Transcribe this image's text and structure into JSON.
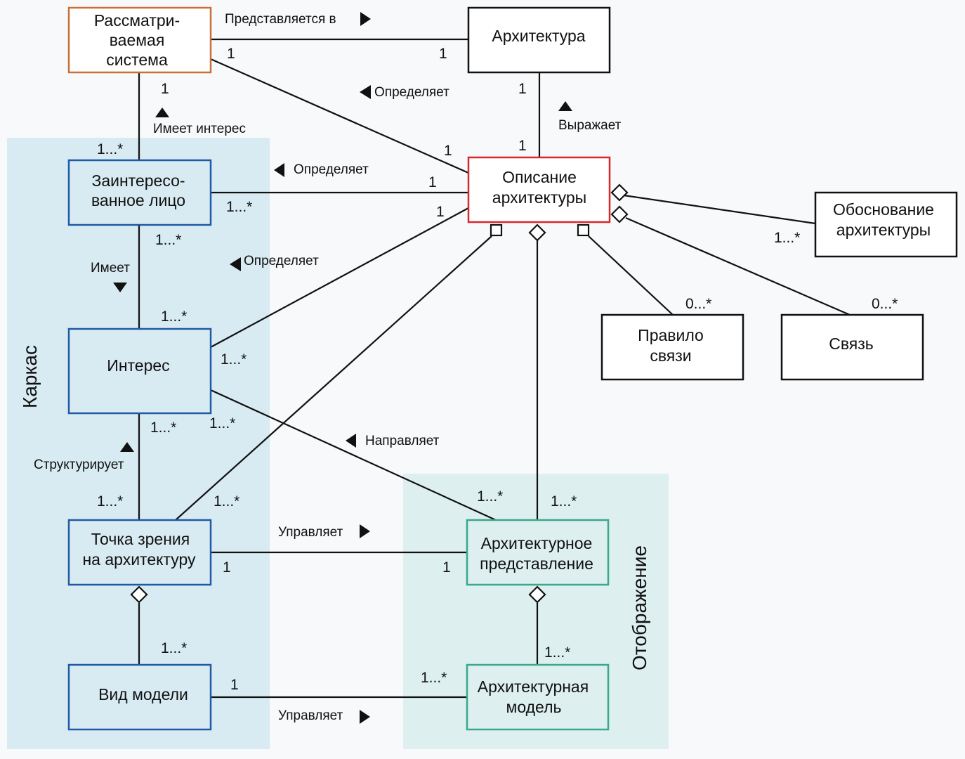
{
  "regions": {
    "framework": "Каркас",
    "display": "Отображение"
  },
  "colors": {
    "framework_bg": "#d8ebf2",
    "display_bg": "#ddefef",
    "system_border": "#c8703a",
    "description_border": "#d8282c",
    "framework_border": "#1f5aa6",
    "display_border": "#3aa88a",
    "plain_border": "#111111"
  },
  "nodes": {
    "system": [
      "Рассматри-",
      "ваемая",
      "система"
    ],
    "architecture": [
      "Архитектура"
    ],
    "description": [
      "Описание",
      "архитектуры"
    ],
    "rationale": [
      "Обоснование",
      "архитектуры"
    ],
    "rule": [
      "Правило",
      "связи"
    ],
    "link": [
      "Связь"
    ],
    "stakeholder": [
      "Заинтересо-",
      "ванное лицо"
    ],
    "concern": [
      "Интерес"
    ],
    "viewpoint": [
      "Точка зрения",
      "на архитектуру"
    ],
    "model_kind": [
      "Вид модели"
    ],
    "view": [
      "Архитектурное",
      "представление"
    ],
    "model": [
      "Архитектурная",
      "модель"
    ]
  },
  "labels": {
    "represented_in": "Представляется в",
    "defines_1": "Определяет",
    "expresses": "Выражает",
    "has_interest": "Имеет интерес",
    "defines_2": "Определяет",
    "has": "Имеет",
    "defines_3": "Определяет",
    "directs": "Направляет",
    "structures": "Структурирует",
    "governs_1": "Управляет",
    "governs_2": "Управляет"
  },
  "multiplicities": {
    "sys_arch_1": "1",
    "sys_arch_2": "1",
    "sys_stake_1": "1",
    "sys_stake_2": "1...*",
    "arch_desc_1": "1",
    "arch_desc_2": "1",
    "sys_desc": "1",
    "stake_desc_1": "1",
    "stake_desc_2": "1...*",
    "stake_concern_1": "1...*",
    "stake_concern_2": "1...*",
    "concern_desc_1": "1",
    "concern_desc_2": "1...*",
    "rationale": "1...*",
    "rule": "0...*",
    "link": "0...*",
    "concern_vp_1": "1...*",
    "concern_vp_2": "1...*",
    "concern_view": "1...*",
    "vp_desc": "1...*",
    "view_desc": "1...*",
    "vp_view_1": "1",
    "vp_view_2": "1",
    "vp_kind": "1...*",
    "view_model": "1...*",
    "kind_model_1": "1",
    "kind_model_2": "1...*"
  }
}
